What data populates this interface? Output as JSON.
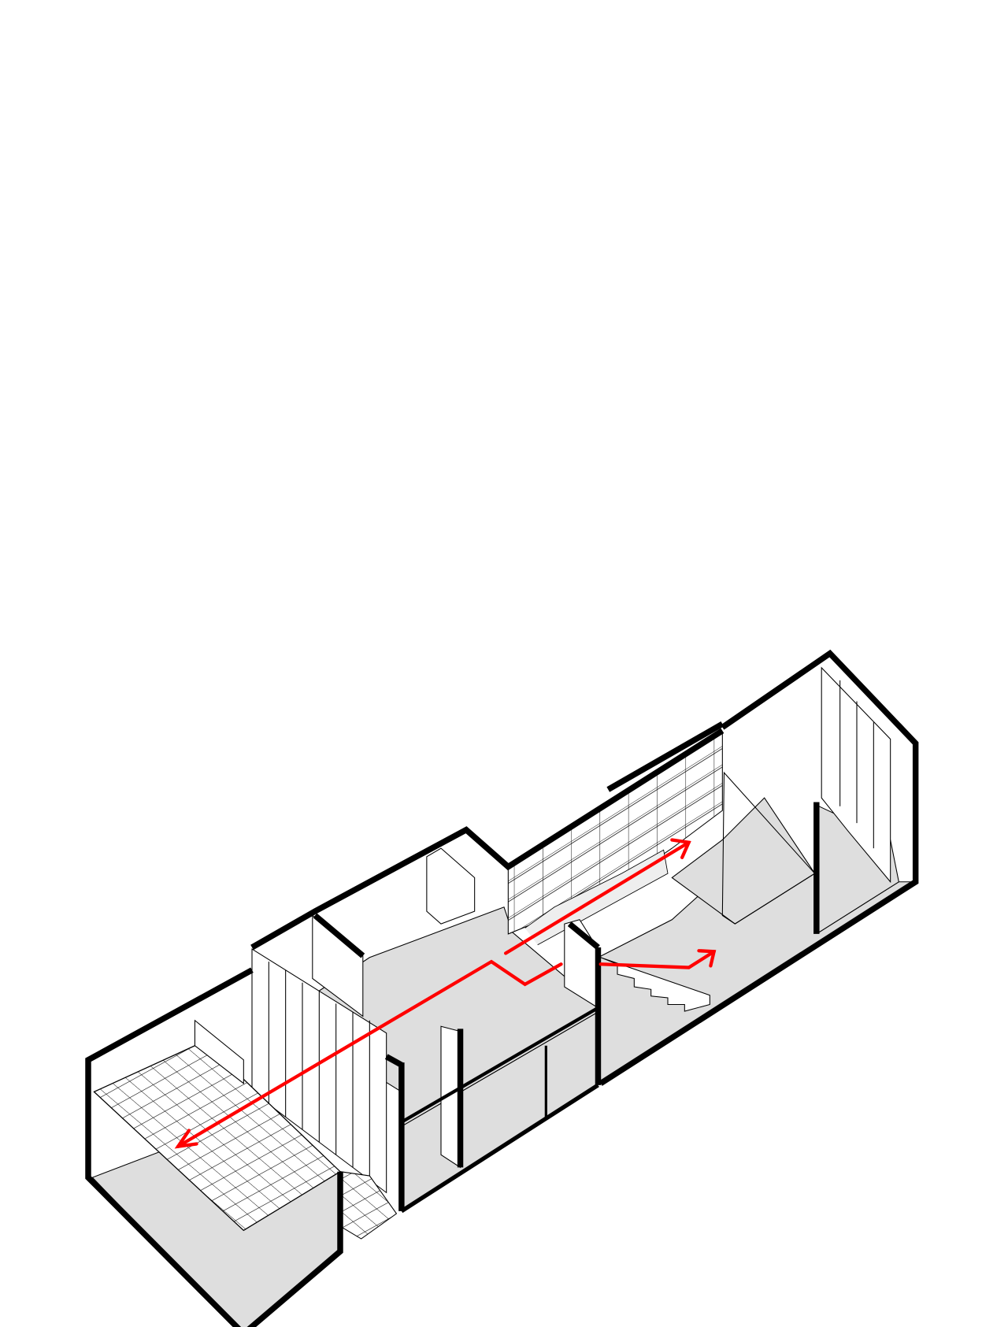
{
  "diagram": {
    "type": "axonometric-section",
    "colors": {
      "wall": "#000000",
      "floor": "#dedede",
      "line": "#000000",
      "circulation_path": "#ff0000",
      "background": "#ffffff"
    },
    "icons": [
      "circulation-arrow",
      "circulation-arrow",
      "circulation-arrow"
    ]
  }
}
